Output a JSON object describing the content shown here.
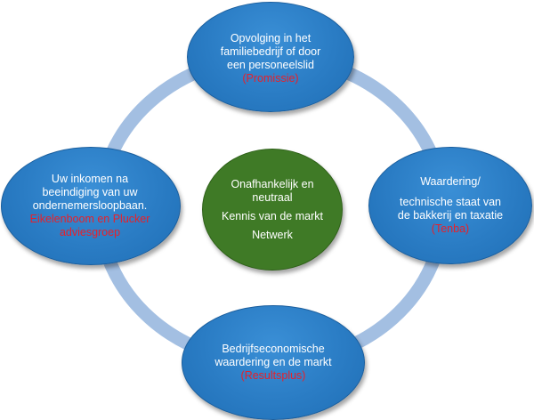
{
  "ring": {
    "color": "#a3bfe2"
  },
  "nodes": {
    "top": {
      "lines": [
        "Opvolging in het",
        "familiebedrijf of door",
        "een personeelslid"
      ],
      "highlight": "(Promissie)",
      "color": "#2a7cc4"
    },
    "left": {
      "lines": [
        "Uw inkomen na",
        "beeindiging van uw",
        "ondernemersloopbaan."
      ],
      "highlight_lines": [
        "Eikelenboom en Plucker",
        "adviesgroep"
      ],
      "color": "#2a7cc4"
    },
    "right": {
      "first_line": "Waardering/",
      "lines": [
        "technische staat van",
        "de bakkerij en taxatie"
      ],
      "highlight": "(Tenba)",
      "color": "#2a7cc4"
    },
    "bottom": {
      "lines": [
        "Bedrijfseconomische",
        "waardering en de markt"
      ],
      "highlight": "(Resultsplus)",
      "color": "#2a7cc4"
    },
    "center": {
      "lines": [
        "Onafhankelijk en",
        "neutraal"
      ],
      "item2": "Kennis van de markt",
      "item3": "Netwerk",
      "color": "#3f7a26"
    }
  },
  "highlight_color": "#e8202a"
}
